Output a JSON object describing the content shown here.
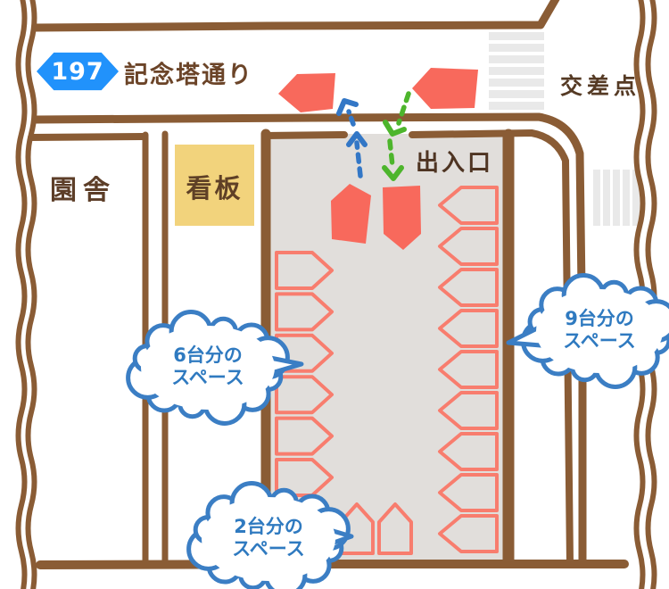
{
  "map": {
    "street": {
      "route_number": "197",
      "name": "記念塔通り"
    },
    "labels": {
      "intersection": "交差点",
      "entrance_exit": "出入口",
      "school_building": "園舎",
      "signboard": "看板"
    },
    "callouts": [
      {
        "id": "left-column",
        "line1": "6台分の",
        "line2": "スペース",
        "spaces": 6
      },
      {
        "id": "right-column",
        "line1": "9台分の",
        "line2": "スペース",
        "spaces": 9
      },
      {
        "id": "bottom-row",
        "line1": "2台分の",
        "line2": "スペース",
        "spaces": 2
      }
    ],
    "parking": {
      "left_column_spaces": 6,
      "right_column_spaces": 9,
      "bottom_row_spaces": 2,
      "total_spaces": 17
    },
    "colors": {
      "road_brown": "#8a5c35",
      "dark_text_brown": "#553a24",
      "lot_gray": "#e1dedb",
      "crosswalk_gray": "#e9e9e9",
      "car_red": "#f8695c",
      "space_outline_red": "#f87d6e",
      "badge_blue": "#2192fb",
      "callout_blue": "#3b7ec4",
      "exit_arrow_blue": "#3377c6",
      "entry_arrow_green": "#4db52c",
      "signboard_yellow": "#f2d37c"
    }
  }
}
